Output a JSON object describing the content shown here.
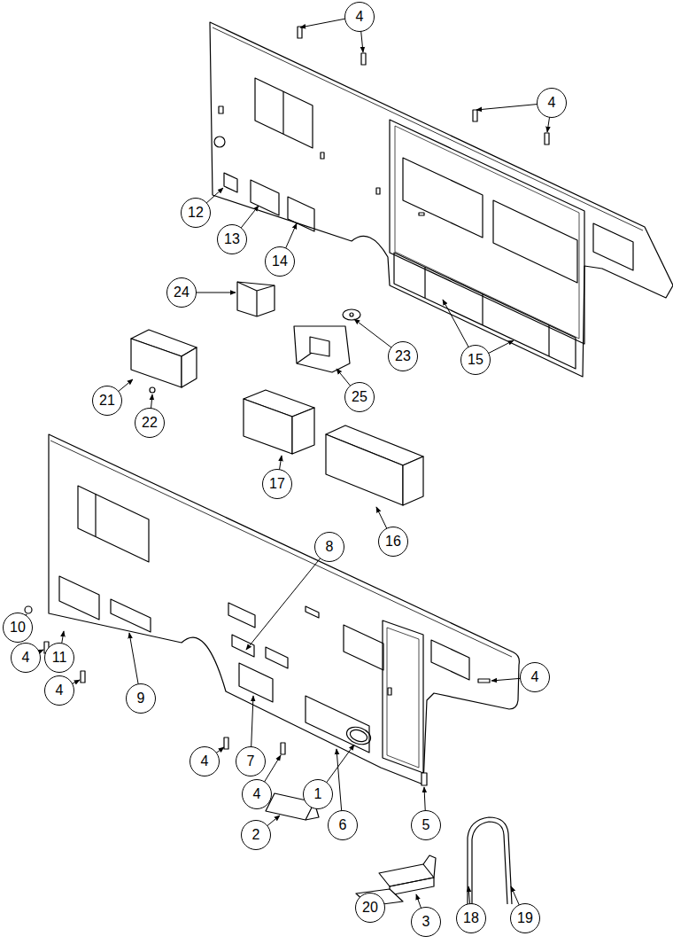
{
  "diagram": {
    "labels": [
      "4",
      "4",
      "12",
      "13",
      "14",
      "24",
      "23",
      "15",
      "25",
      "21",
      "22",
      "17",
      "16",
      "8",
      "10",
      "4",
      "11",
      "4",
      "4",
      "9",
      "4",
      "7",
      "4",
      "1",
      "6",
      "5",
      "2",
      "20",
      "18",
      "3",
      "19"
    ]
  }
}
